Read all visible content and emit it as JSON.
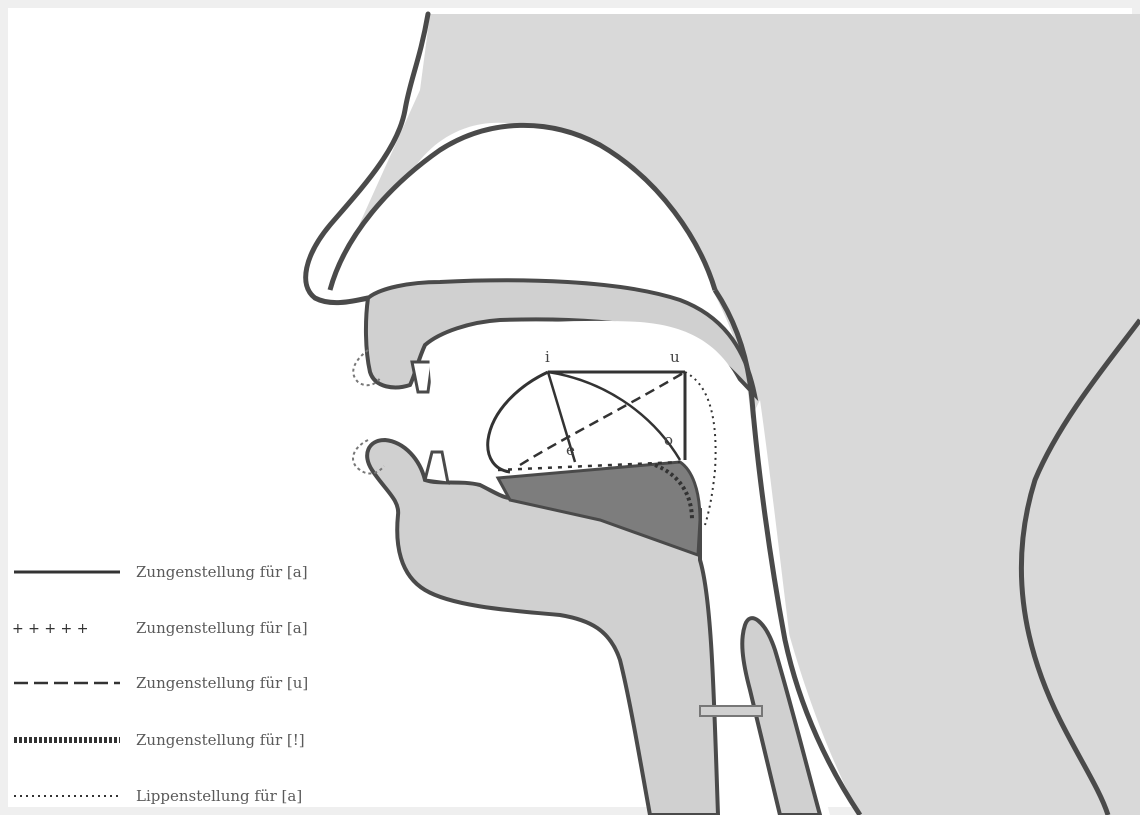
{
  "diagram": {
    "vowel_labels": {
      "i": "i",
      "u": "u",
      "e": "e",
      "o": "o"
    },
    "legend": [
      {
        "label": "Zungenstellung für [a]",
        "line_style": "solid"
      },
      {
        "label": "Zungenstellung für [a]",
        "line_style": "plus-marks"
      },
      {
        "label": "Zungenstellung für [u]",
        "line_style": "long-dash"
      },
      {
        "label": "Zungenstellung für [!]",
        "line_style": "thick-beaded"
      },
      {
        "label": "Lippenstellung für [a]",
        "line_style": "dotted"
      }
    ],
    "colors": {
      "head_fill": "#d9d9d9",
      "outline": "#4a4a4a",
      "tongue_dark": "#7d7d7d",
      "background": "#ffffff"
    }
  }
}
